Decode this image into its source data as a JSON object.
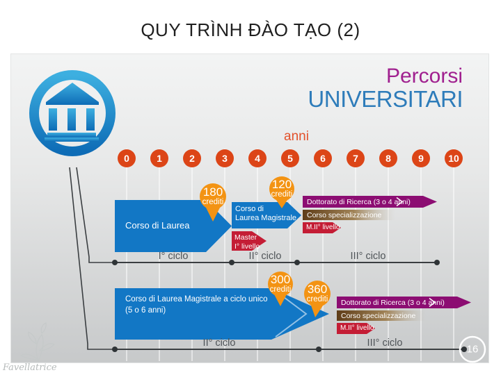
{
  "title": "QUY TRÌNH ĐÀO TẠO (2)",
  "infographic": {
    "heading_line1": "Percorsi",
    "heading_line2": "UNIVERSITARI",
    "axis_label": "anni",
    "years": [
      "0",
      "1",
      "2",
      "3",
      "4",
      "5",
      "6",
      "7",
      "8",
      "9",
      "10"
    ],
    "band1": {
      "laurea_label": "Corso di Laurea",
      "credits180_value": "180",
      "credits180_unit": "crediti",
      "magistrale_line1": "Corso di",
      "magistrale_line2": "Laurea Magistrale",
      "credits120_value": "120",
      "credits120_unit": "crediti",
      "master_line1": "Master",
      "master_line2": "I° livello",
      "dottorato_label": "Dottorato di Ricerca (3 o 4 anni)",
      "specializzazione_label": "Corso specializzazione",
      "m2_label": "M.II° livello",
      "cycle1": "I° ciclo",
      "cycle2": "II° ciclo",
      "cycle3": "III° ciclo"
    },
    "band2": {
      "ciclounico_line1": "Corso di Laurea Magistrale a ciclo unico",
      "ciclounico_line2": "(5 o 6 anni)",
      "credits300_value": "300",
      "credits300_unit": "crediti",
      "credits360_value": "360",
      "credits360_unit": "crediti",
      "dottorato_label": "Dottorato di Ricerca (3 o 4 anni)",
      "specializzazione_label": "Corso specializzazione",
      "m2_label": "M.II° livello",
      "cycle1": "II° ciclo",
      "cycle2": "III° ciclo"
    },
    "page_number": "16",
    "watermark": "Favellatrice"
  },
  "colors": {
    "path_blue": "#1277c5",
    "credit_orange": "#f39313",
    "year_red": "#dc4517",
    "dottorato_purple": "#8c0d72",
    "specializzazione_brown": "#5f3d18",
    "livello_crimson": "#c41d35",
    "heading_purple": "#a0208f",
    "heading_blue": "#2e7cba",
    "anni_orange": "#e2512b",
    "timeline_gray": "#3a3e41"
  }
}
